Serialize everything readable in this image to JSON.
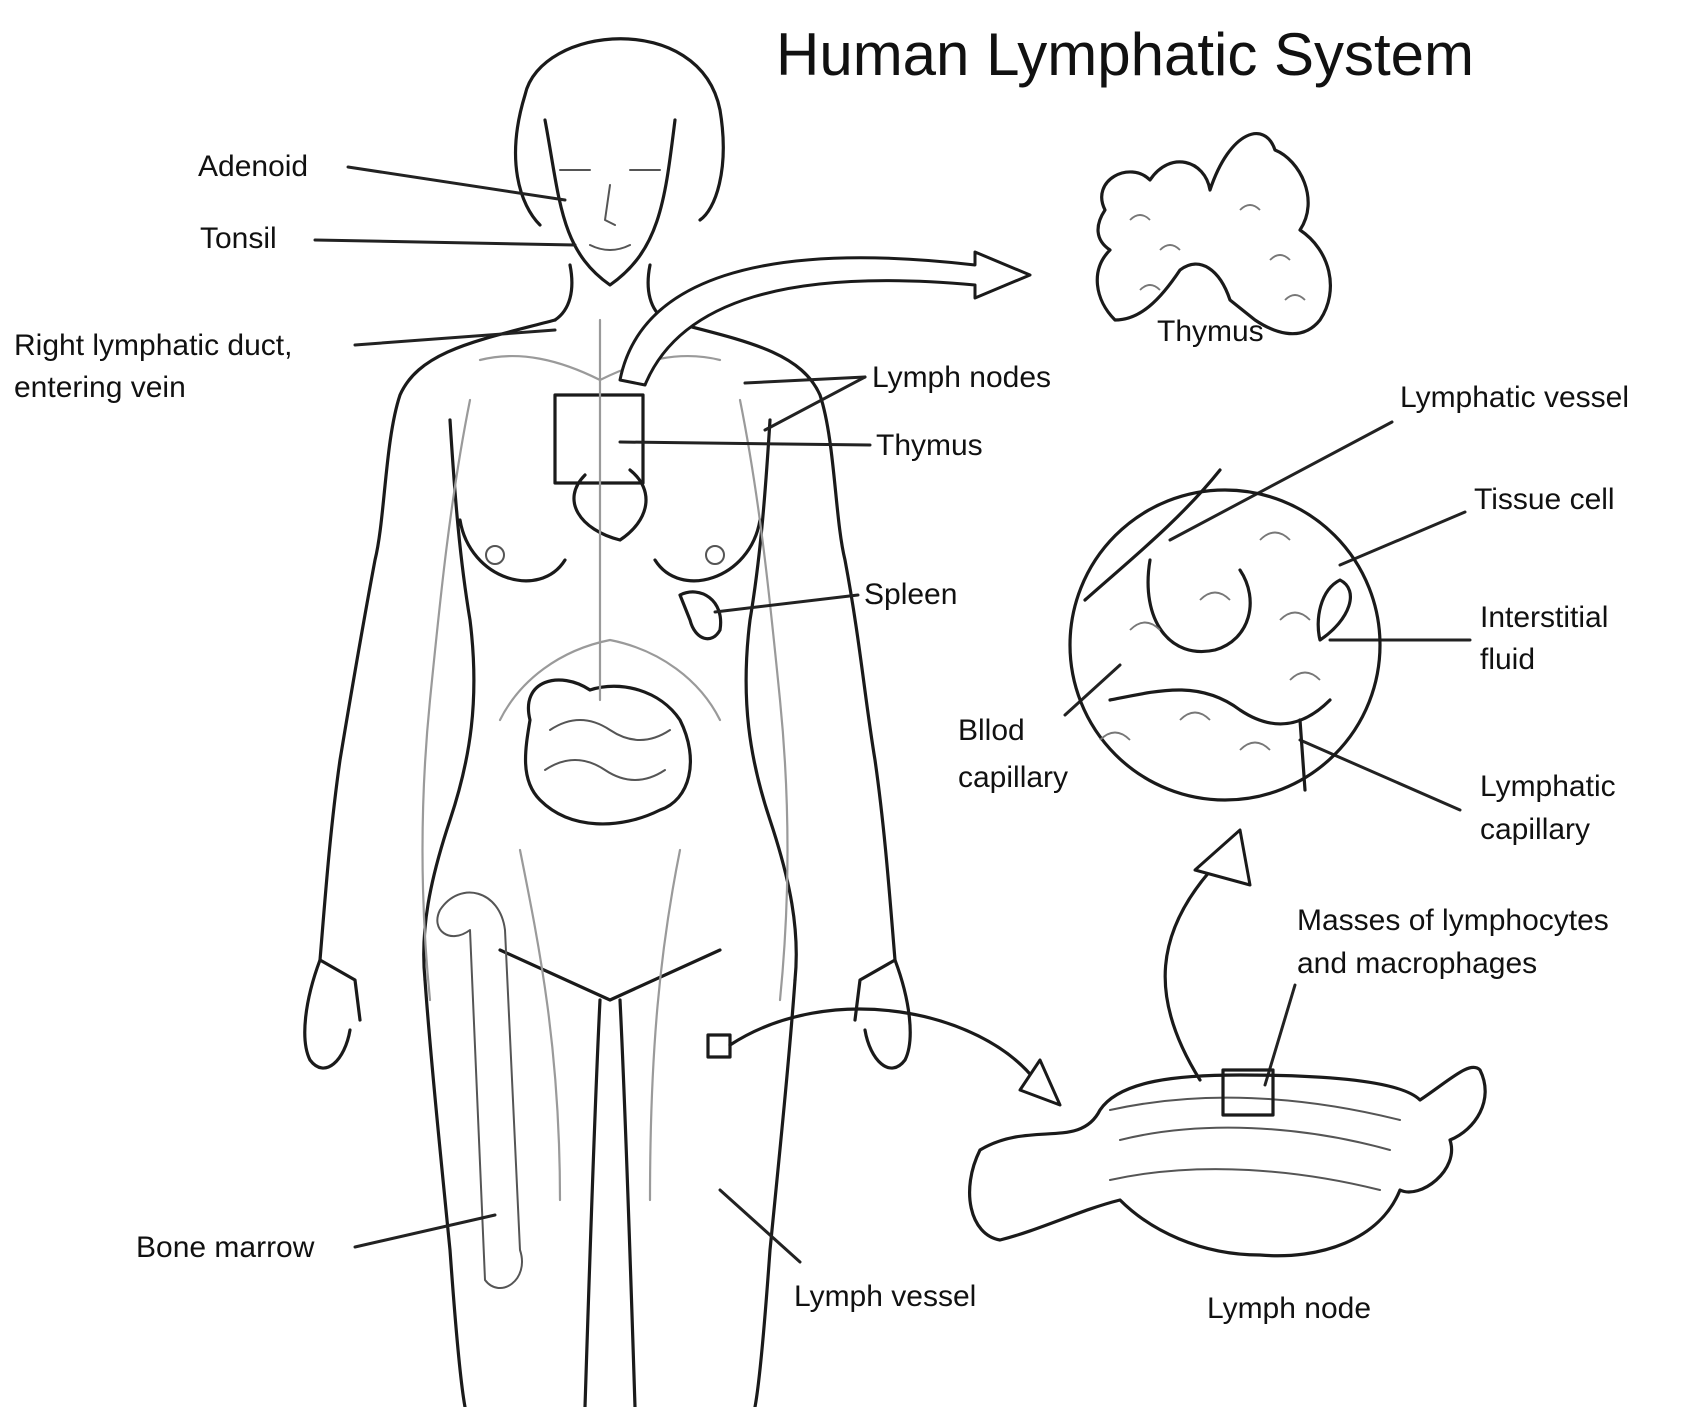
{
  "title": "Human Lymphatic System",
  "labels": {
    "adenoid": "Adenoid",
    "tonsil": "Tonsil",
    "right_duct_line1": "Right lymphatic duct,",
    "right_duct_line2": "entering vein",
    "lymph_nodes": "Lymph nodes",
    "thymus": "Thymus",
    "thymus_detail": "Thymus",
    "spleen": "Spleen",
    "lymphatic_vessel": "Lymphatic vessel",
    "tissue_cell": "Tissue cell",
    "interstitial_line1": "Interstitial",
    "interstitial_line2": "fluid",
    "blood_cap_line1": "Bllod",
    "blood_cap_line2": "capillary",
    "lymph_cap_line1": "Lymphatic",
    "lymph_cap_line2": "capillary",
    "masses_line1": "Masses of lymphocytes",
    "masses_line2": "and macrophages",
    "bone_marrow": "Bone marrow",
    "lymph_vessel": "Lymph vessel",
    "lymph_node": "Lymph node"
  }
}
